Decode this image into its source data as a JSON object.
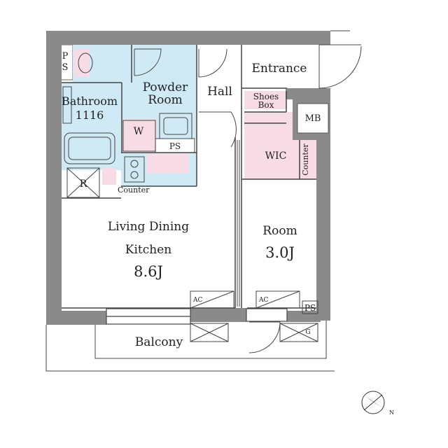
{
  "rooms": {
    "ps_top": "P",
    "ps_top2": "S",
    "powder_room_1": "Powder",
    "powder_room_2": "Room",
    "hall": "Hall",
    "entrance": "Entrance",
    "shoes_box_1": "Shoes",
    "shoes_box_2": "Box",
    "bathroom": "Bathroom",
    "bathroom_size": "1116",
    "washer": "W",
    "ps_mid": "PS",
    "mb": "MB",
    "wic": "WIC",
    "counter_vertical": "Counter",
    "fridge": "R",
    "counter_kitchen": "Counter",
    "ldk_1": "Living Dining",
    "ldk_2": "Kitchen",
    "ldk_size": "8.6J",
    "room": "Room",
    "room_size": "3.0J",
    "ac_left": "AC",
    "ac_right": "AC",
    "ps_bottom": "PS",
    "balcony": "Balcony",
    "gas": "G"
  },
  "compass": {
    "label": "N"
  },
  "colors": {
    "blue": "#cfeaf5",
    "pink": "#f7dbe5",
    "wall": "#8a8a8a"
  }
}
